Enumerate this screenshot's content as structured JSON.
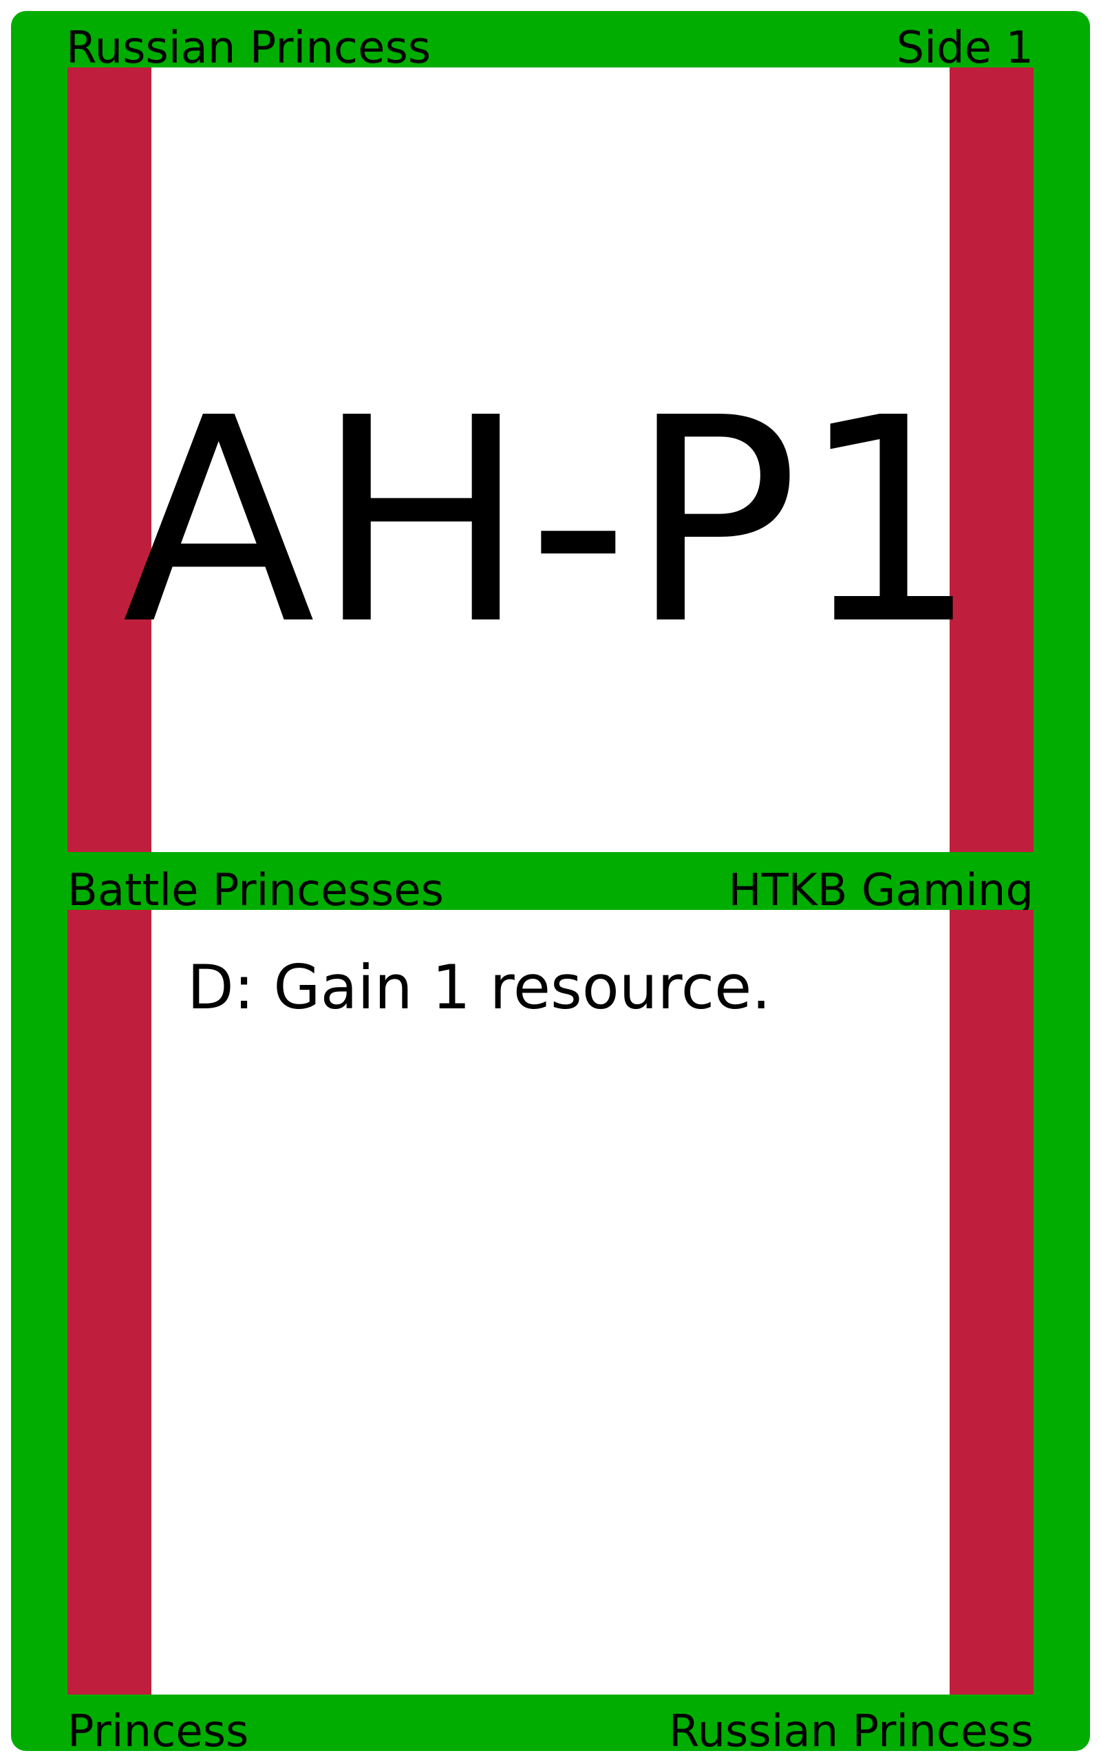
{
  "colors": {
    "border": "#00ad00",
    "stripe": "#bf1f3c",
    "panel": "#ffffff",
    "text": "#000000"
  },
  "header": {
    "name": "Russian Princess",
    "side": "Side 1"
  },
  "main": {
    "code": "AH-P1",
    "ability": "D: Gain 1 resource."
  },
  "divider": {
    "set_name": "Battle Princesses",
    "publisher": "HTKB Gaming"
  },
  "footer": {
    "type": "Princess",
    "name": "Russian Princess"
  }
}
